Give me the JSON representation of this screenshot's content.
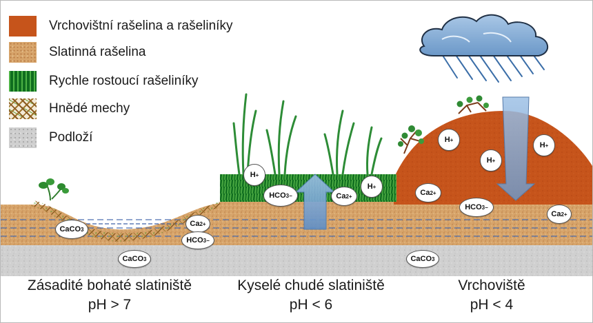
{
  "legend": [
    {
      "label": "Vrchovištní rašelina a rašeliníky",
      "icon": "raised-bog-peat-swatch",
      "color": "#c6541b"
    },
    {
      "label": "Slatinná rašelina",
      "icon": "fen-peat-swatch",
      "color": "#d7a46a"
    },
    {
      "label": "Rychle rostoucí rašeliníky",
      "icon": "fast-growing-sphagnum-swatch",
      "color": "#0f6d1f"
    },
    {
      "label": "Hnědé mechy",
      "icon": "brown-mosses-swatch",
      "color": "#8a5a20"
    },
    {
      "label": "Podloží",
      "icon": "bedrock-swatch",
      "color": "#cfcfcf"
    }
  ],
  "chemistry": {
    "caco3": {
      "base": "CaCO",
      "sub": "3"
    },
    "ca": {
      "base": "Ca",
      "sup": "2+"
    },
    "hco3": {
      "base": "HCO",
      "sub": "3",
      "sup": "−"
    },
    "h": {
      "base": "H",
      "sup": "+"
    }
  },
  "zones": [
    {
      "name": "Zásadité bohaté slatiniště",
      "ph": "pH > 7"
    },
    {
      "name": "Kyselé chudé slatiniště",
      "ph": "pH < 6"
    },
    {
      "name": "Vrchoviště",
      "ph": "pH < 4"
    }
  ],
  "icons": {
    "cloud": "rain-cloud-icon",
    "up_arrow": "upward-flow-arrow",
    "down_arrow": "downward-flow-arrow"
  }
}
